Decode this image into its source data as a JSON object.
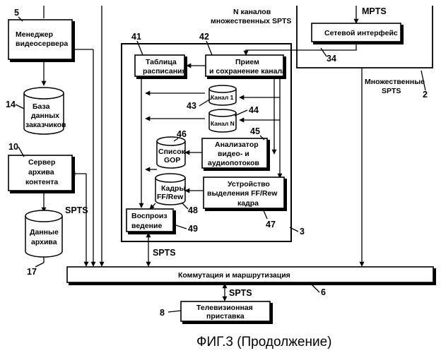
{
  "caption": "ФИГ.3 (Продолжение)",
  "labels": {
    "n_channels_line1": "N каналов",
    "n_channels_line2": "множественных SPTS",
    "mpts": "MPTS",
    "multi_spts_line1": "Множественные",
    "multi_spts_line2": "SPTS",
    "spts_left": "SPTS",
    "spts_center": "SPTS",
    "spts_bottom": "SPTS"
  },
  "blocks": {
    "video_server_manager": [
      "Менеджер",
      "видеосервера"
    ],
    "network_interface": [
      "Сетевой интерфейс"
    ],
    "schedule_table": [
      "Таблица",
      "расписания"
    ],
    "channel_receive": [
      "Прием",
      "и сохранение канала"
    ],
    "content_archive_server": [
      "Сервер",
      "архива",
      "контента"
    ],
    "stream_analyzer": [
      "Анализатор",
      "видео- и",
      "аудиопотоков"
    ],
    "ffrew_extractor": [
      "Устройство",
      "выделения FF/Rew",
      "кадра"
    ],
    "playback": [
      "Воспроиз",
      "ведение"
    ],
    "switching_routing": [
      "Коммутация и маршрутизация"
    ],
    "set_top_box": [
      "Телевизионная",
      "приставка"
    ]
  },
  "stores": {
    "customer_db": [
      "База",
      "данных",
      "заказчиков"
    ],
    "archive_data": [
      "Данные",
      "архива"
    ],
    "channel_1": [
      "Канал 1"
    ],
    "channel_n": [
      "Канал N"
    ],
    "gop_list": [
      "Список",
      "GOP"
    ],
    "ffrew_frames": [
      "Кадры",
      "FF/Rew"
    ]
  },
  "refs": {
    "r5": "5",
    "r14": "14",
    "r10": "10",
    "r17": "17",
    "r41": "41",
    "r42": "42",
    "r43": "43",
    "r44": "44",
    "r45": "45",
    "r46": "46",
    "r47": "47",
    "r48": "48",
    "r49": "49",
    "r34": "34",
    "r2": "2",
    "r3": "3",
    "r6": "6",
    "r8": "8"
  }
}
